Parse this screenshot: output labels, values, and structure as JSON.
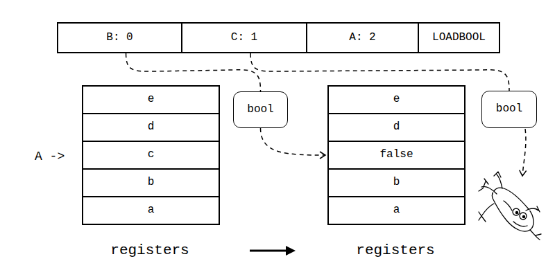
{
  "diagram": {
    "nodes": [
      {
        "text": [
          "B: 0"
        ]
      },
      {
        "text": [
          "C: 1"
        ]
      },
      {
        "text": [
          "A: 2"
        ]
      },
      {
        "text": [
          "LOADBOOL"
        ]
      },
      {
        "text": [
          "e"
        ]
      },
      {
        "text": [
          "d"
        ]
      },
      {
        "text": [
          "c"
        ]
      },
      {
        "text": [
          "b"
        ]
      },
      {
        "text": [
          "a"
        ]
      },
      {
        "text": [
          "bool"
        ]
      },
      {
        "text": [
          "e"
        ]
      },
      {
        "text": [
          "d"
        ]
      },
      {
        "text": [
          "false"
        ]
      },
      {
        "text": [
          "b"
        ]
      },
      {
        "text": [
          "a"
        ]
      },
      {
        "text": [
          "bool"
        ]
      }
    ],
    "edges": [
      {
        "from": 0,
        "to": 9,
        "arrow": "none"
      },
      {
        "from": 9,
        "to": 12,
        "arrow": "to"
      },
      {
        "from": 1,
        "to": 15,
        "arrow": "none"
      }
    ],
    "labels": [
      "A ->",
      "registers",
      "registers"
    ]
  }
}
